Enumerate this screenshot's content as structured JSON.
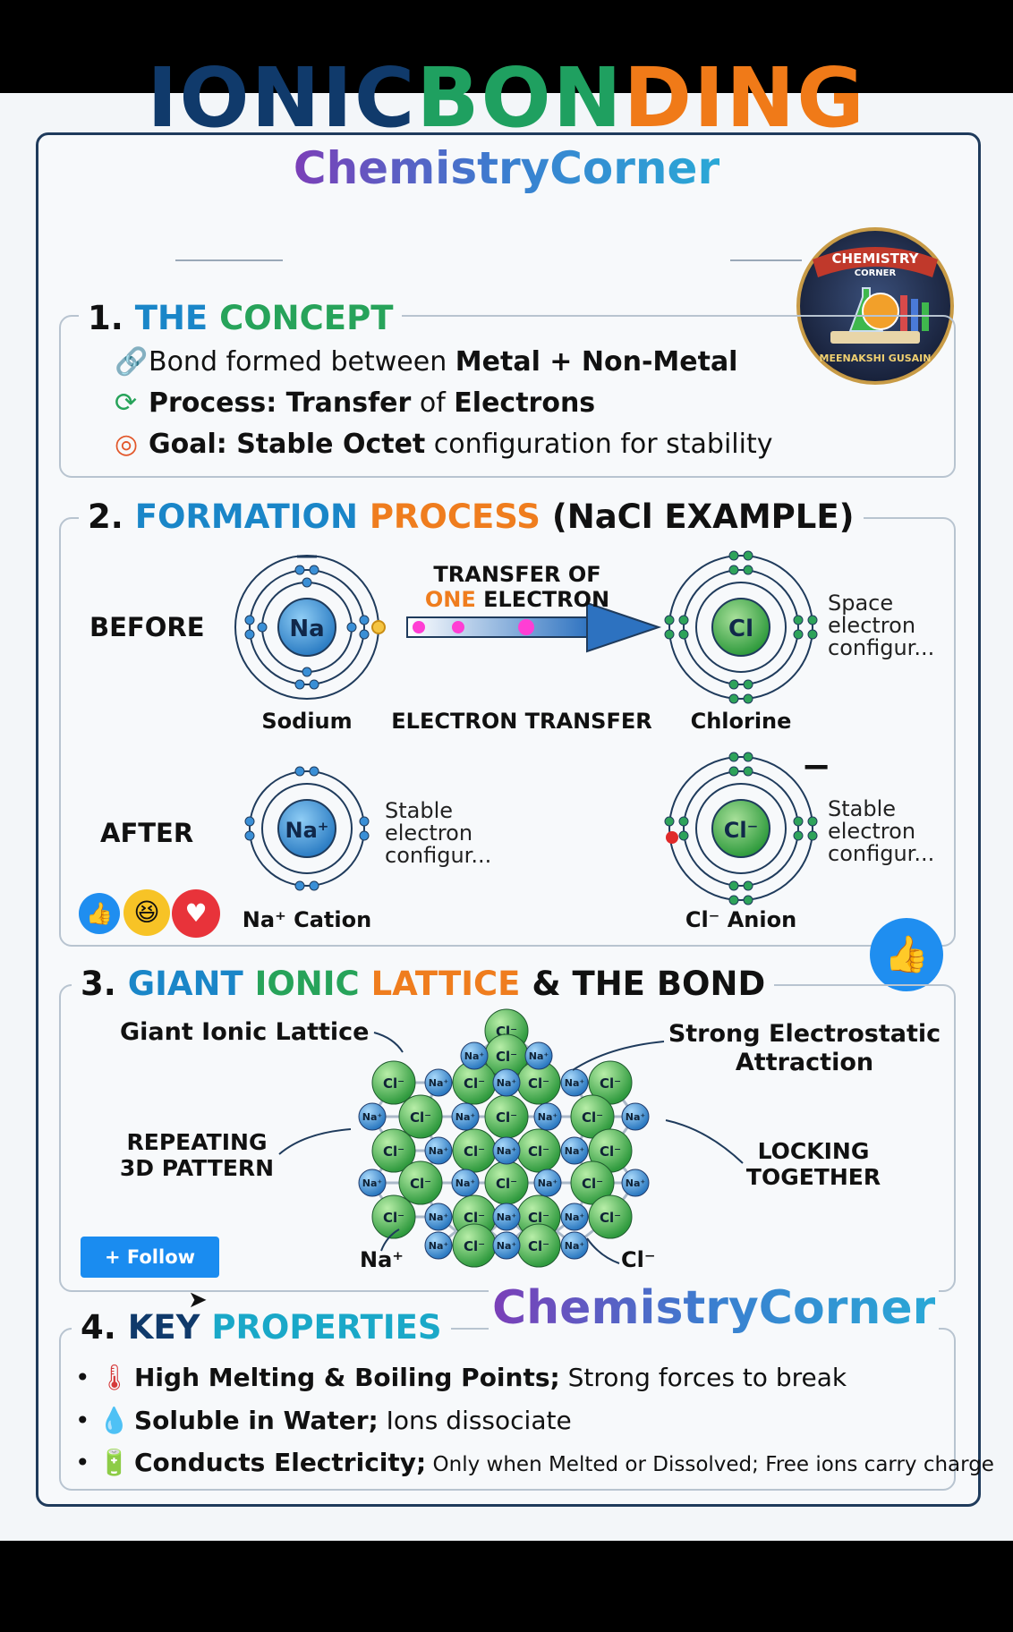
{
  "header": {
    "title_parts": [
      "IONIC ",
      "BON",
      "DING"
    ],
    "title_colors": [
      "#103a6b",
      "#1fa060",
      "#f07a18"
    ],
    "subtitle": "ChemistryCorner",
    "logo": {
      "top": "CHEMISTRY",
      "sub": "CORNER",
      "name": "MEENAKSHI GUSAIN"
    }
  },
  "concept": {
    "num": "1.",
    "title_a": "THE ",
    "title_b": "CONCEPT",
    "rows": [
      {
        "icon": "link-icon",
        "pre": "Bond formed between ",
        "bold": "Metal + Non-Metal",
        "post": ""
      },
      {
        "icon": "cycle-arrows-icon",
        "pre": "",
        "bold": "Process: Transfer",
        "post": " of ",
        "bold2": "Electrons"
      },
      {
        "icon": "target-icon",
        "pre": "",
        "bold": "Goal: Stable Octet",
        "post": " configuration for stability"
      }
    ]
  },
  "formation": {
    "num": "2.",
    "title_a": "FORMATION ",
    "title_b": "PROCESS",
    "title_c": " (NaCl EXAMPLE)",
    "before": "BEFORE",
    "after": "AFTER",
    "transfer_line1": "TRANSFER OF",
    "transfer_one": "ONE",
    "transfer_line2": " ELECTRON",
    "sodium_symbol": "Na",
    "chlorine_symbol": "Cl",
    "sodium_label": "Sodium",
    "chlorine_label": "Chlorine",
    "electron_transfer": "ELECTRON TRANSFER",
    "space_note": [
      "Space",
      "electron",
      "configur..."
    ],
    "stable_note_na": [
      "Stable",
      "electron",
      "configur..."
    ],
    "stable_note_cl": [
      "Stable",
      "electron",
      "configur..."
    ],
    "cation_symbol": "Na⁺",
    "anion_symbol": "Cl⁻",
    "cation_label": "Na⁺ Cation",
    "anion_label": "Cl⁻ Anion",
    "minus_sign": "−"
  },
  "lattice": {
    "num": "3.",
    "title_a": "GIANT ",
    "title_b": "IONIC ",
    "title_c": "LATTICE",
    "title_d": " & THE BOND",
    "label_lattice": "Giant Ionic Lattice",
    "label_attraction": [
      "Strong Electrostatic",
      "Attraction"
    ],
    "label_repeating": [
      "REPEATING",
      "3D PATTERN"
    ],
    "label_locking": [
      "LOCKING",
      "TOGETHER"
    ],
    "label_na": "Na⁺",
    "label_cl": "Cl⁻",
    "ion_na": "Na⁺",
    "ion_cl": "Cl⁻"
  },
  "properties": {
    "num": "4.",
    "title_a": "KEY ",
    "title_b": "PROPERTIES",
    "watermark": "ChemistryCorner",
    "rows": [
      {
        "icon": "thermometer-icon",
        "bold": "High Melting & Boiling Points;",
        "text": " Strong forces to break"
      },
      {
        "icon": "water-drop-icon",
        "bold": "Soluble in Water;",
        "text": " Ions dissociate"
      },
      {
        "icon": "battery-bulb-icon",
        "bold": "Conducts Electricity;",
        "text": " Only when Melted or Dissolved; Free ions carry charge"
      }
    ]
  },
  "social": {
    "follow": "+ Follow"
  }
}
